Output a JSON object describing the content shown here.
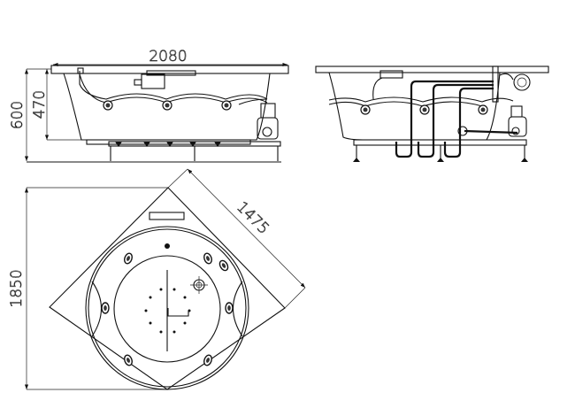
{
  "dimensions": {
    "length": "2080",
    "total_height": "600",
    "tub_height": "470",
    "plan_depth": "1850",
    "side_length": "1475"
  }
}
